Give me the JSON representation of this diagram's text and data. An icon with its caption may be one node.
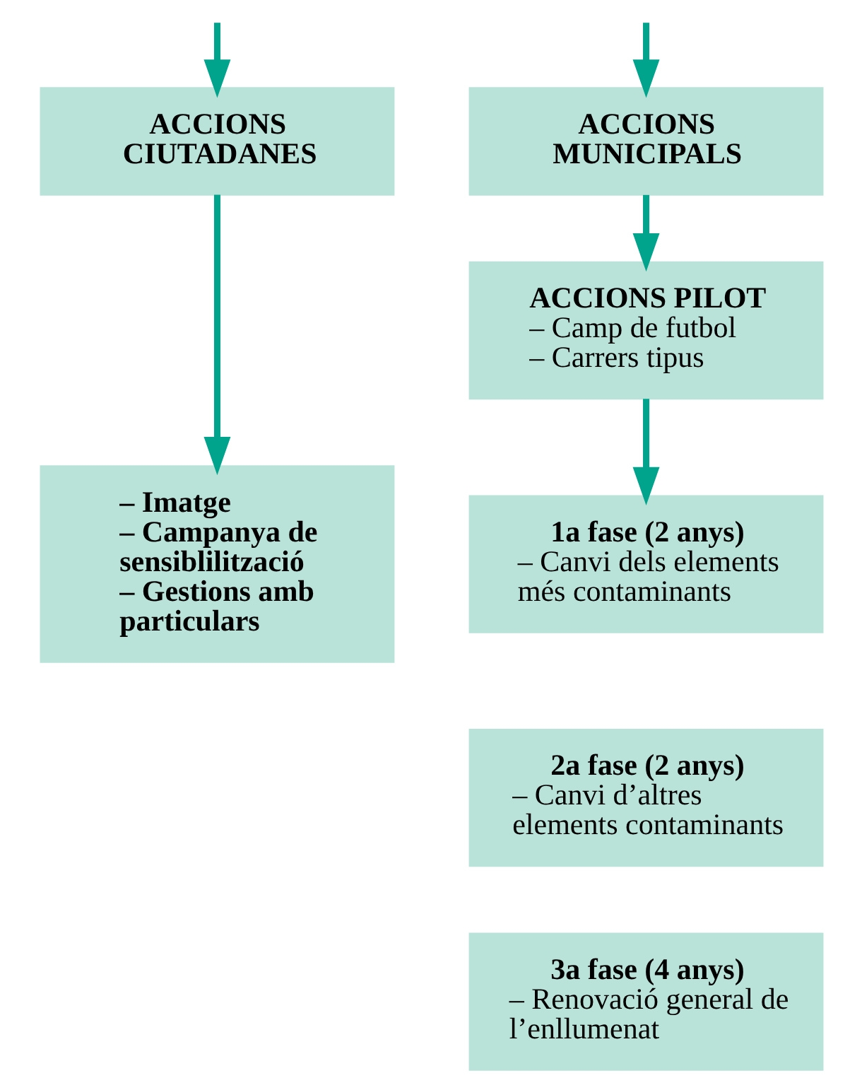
{
  "diagram": {
    "nodes": [
      {
        "text": [
          "ACCIONS MUNICIPALS"
        ]
      },
      {
        "text": [
          "ACCIONS CIUTADANES"
        ]
      },
      {
        "text": [
          "ACCIONS PILOT",
          "– Camp de futbol",
          "– Carrers tipus"
        ]
      },
      {
        "text": [
          "– Imatge",
          "– Campanya de sensiblilització",
          "– Gestions amb particulars"
        ]
      },
      {
        "text": [
          "1a fase (2 anys)",
          "– Canvi dels elements més contaminants"
        ]
      },
      {
        "text": [
          "2a fase (2 anys)",
          "– Canvi d’altres elements contaminants"
        ]
      },
      {
        "text": [
          "3a fase (4 anys)",
          "– Renovació general de l’enllumenat"
        ]
      }
    ],
    "edges": [
      {
        "from": null,
        "to": 0,
        "arrow": "to"
      },
      {
        "from": null,
        "to": 1,
        "arrow": "to"
      },
      {
        "from": 0,
        "to": 2,
        "arrow": "to"
      },
      {
        "from": 1,
        "to": 3,
        "arrow": "to"
      },
      {
        "from": 2,
        "to": 4,
        "arrow": "to"
      }
    ]
  }
}
